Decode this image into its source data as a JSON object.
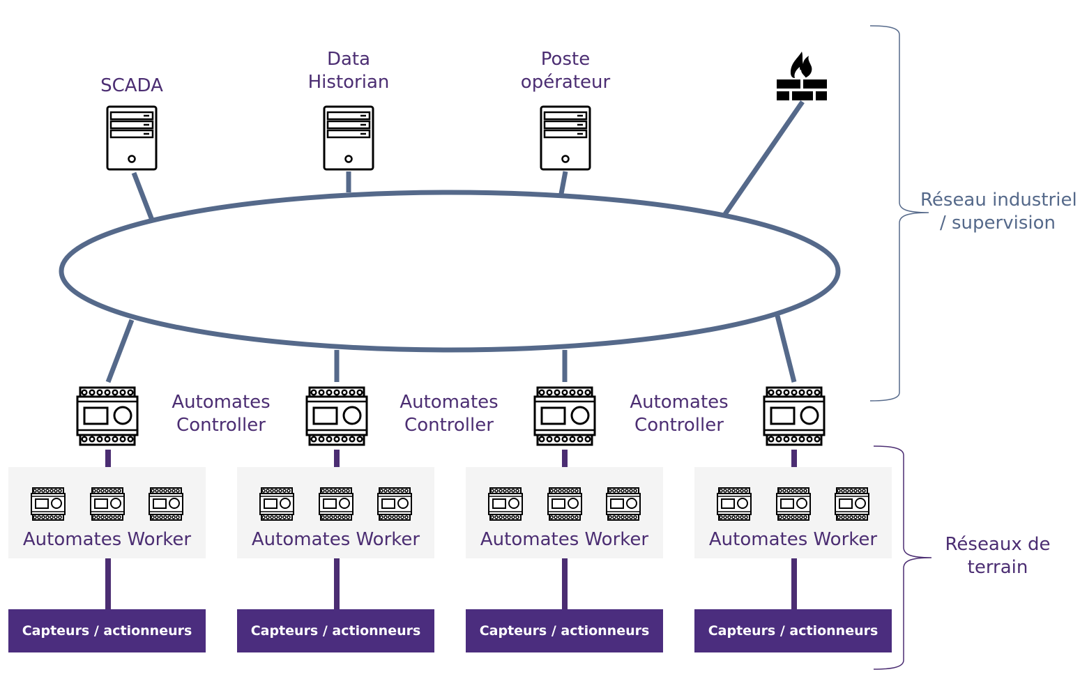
{
  "colors": {
    "network_ring": "#55698a",
    "field_link": "#4b2d72",
    "text_purple": "#4b2d72",
    "text_steel": "#55698a",
    "worker_bg": "#f4f4f4",
    "capteur_bg": "#4b2d7e"
  },
  "supervision": {
    "scada_label": "SCADA",
    "historian_label_line1": "Data",
    "historian_label_line2": "Historian",
    "poste_label_line1": "Poste",
    "poste_label_line2": "opérateur",
    "server_icon": "server-tower-icon",
    "firewall_icon": "firewall-icon"
  },
  "controllers": {
    "label_line1": "Automates",
    "label_line2": "Controller",
    "icon": "plc-controller-icon"
  },
  "workers": {
    "label": "Automates Worker",
    "icon": "plc-worker-icon"
  },
  "field": {
    "capteurs_label": "Capteurs / actionneurs"
  },
  "sections": {
    "industrial_line1": "Réseau industriel",
    "industrial_line2": "/ supervision",
    "terrain_line1": "Réseaux de",
    "terrain_line2": "terrain"
  }
}
